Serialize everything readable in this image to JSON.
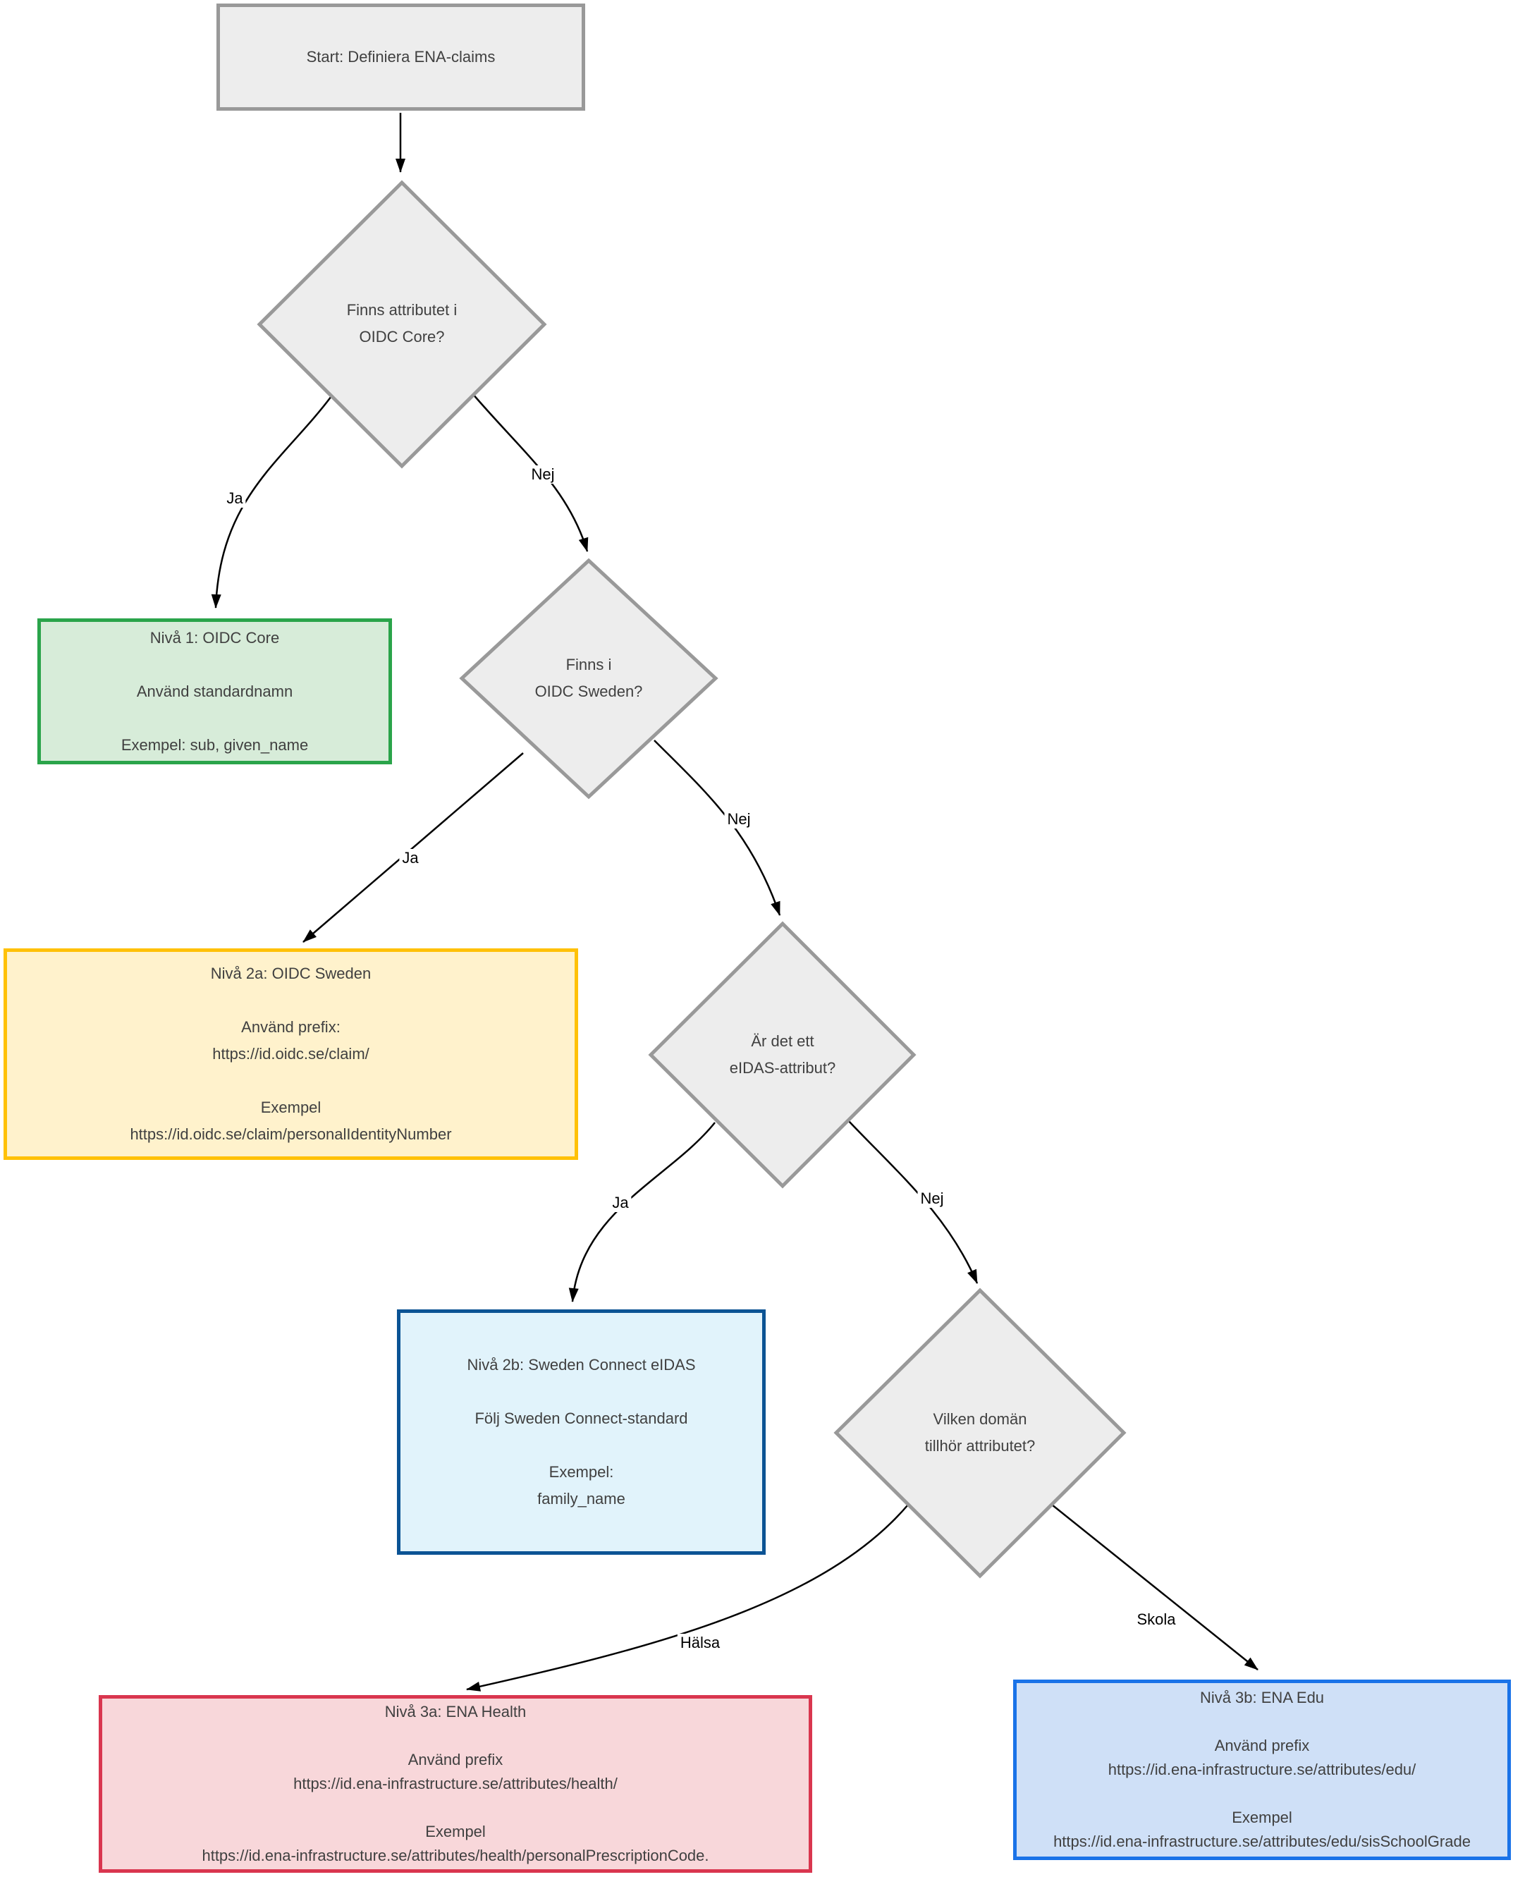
{
  "diagram": {
    "type": "flowchart",
    "language": "sv",
    "nodes": {
      "start": {
        "label": "Start: Definiera ENA-claims"
      },
      "decision1": {
        "lines": [
          "Finns attributet i",
          "OIDC Core?"
        ]
      },
      "decision2": {
        "lines": [
          "Finns i",
          "OIDC Sweden?"
        ]
      },
      "decision3": {
        "lines": [
          "Är det ett",
          "eIDAS-attribut?"
        ]
      },
      "decision4": {
        "lines": [
          "Vilken domän",
          "tillhör attributet?"
        ]
      },
      "level1": {
        "lines": [
          "Nivå 1: OIDC Core",
          "",
          "Använd standardnamn",
          "",
          "Exempel: sub, given_name"
        ]
      },
      "level2a": {
        "lines": [
          "Nivå 2a: OIDC Sweden",
          "",
          "Använd prefix:",
          "https://id.oidc.se/claim/",
          "",
          "Exempel",
          "https://id.oidc.se/claim/personalIdentityNumber"
        ]
      },
      "level2b": {
        "lines": [
          "Nivå 2b: Sweden Connect eIDAS",
          "",
          "Följ Sweden Connect-standard",
          "",
          "Exempel:",
          "family_name"
        ]
      },
      "level3a": {
        "lines": [
          "Nivå 3a: ENA Health",
          "",
          "Använd prefix",
          "https://id.ena-infrastructure.se/attributes/health/",
          "",
          "Exempel",
          "https://id.ena-infrastructure.se/attributes/health/personalPrescriptionCode."
        ]
      },
      "level3b": {
        "lines": [
          "Nivå 3b: ENA Edu",
          "",
          "Använd prefix",
          "https://id.ena-infrastructure.se/attributes/edu/",
          "",
          "Exempel",
          "https://id.ena-infrastructure.se/attributes/edu/sisSchoolGrade"
        ]
      }
    },
    "edge_labels": {
      "d1_yes": "Ja",
      "d1_no": "Nej",
      "d2_yes": "Ja",
      "d2_no": "Nej",
      "d3_yes": "Ja",
      "d3_no": "Nej",
      "d4_health": "Hälsa",
      "d4_school": "Skola"
    },
    "colors": {
      "decision_fill": "#ededed",
      "decision_border": "#999999",
      "level1_fill": "#d7ecd9",
      "level1_border": "#2aa44a",
      "level2a_fill": "#fff2cc",
      "level2a_border": "#ffc107",
      "level2b_fill": "#e1f3fb",
      "level2b_border": "#0b5394",
      "level3a_fill": "#f8d7da",
      "level3a_border": "#d9364f",
      "level3b_fill": "#cfe0f7",
      "level3b_border": "#1a73e8",
      "edge_stroke": "#000000",
      "text": "#404040"
    }
  }
}
